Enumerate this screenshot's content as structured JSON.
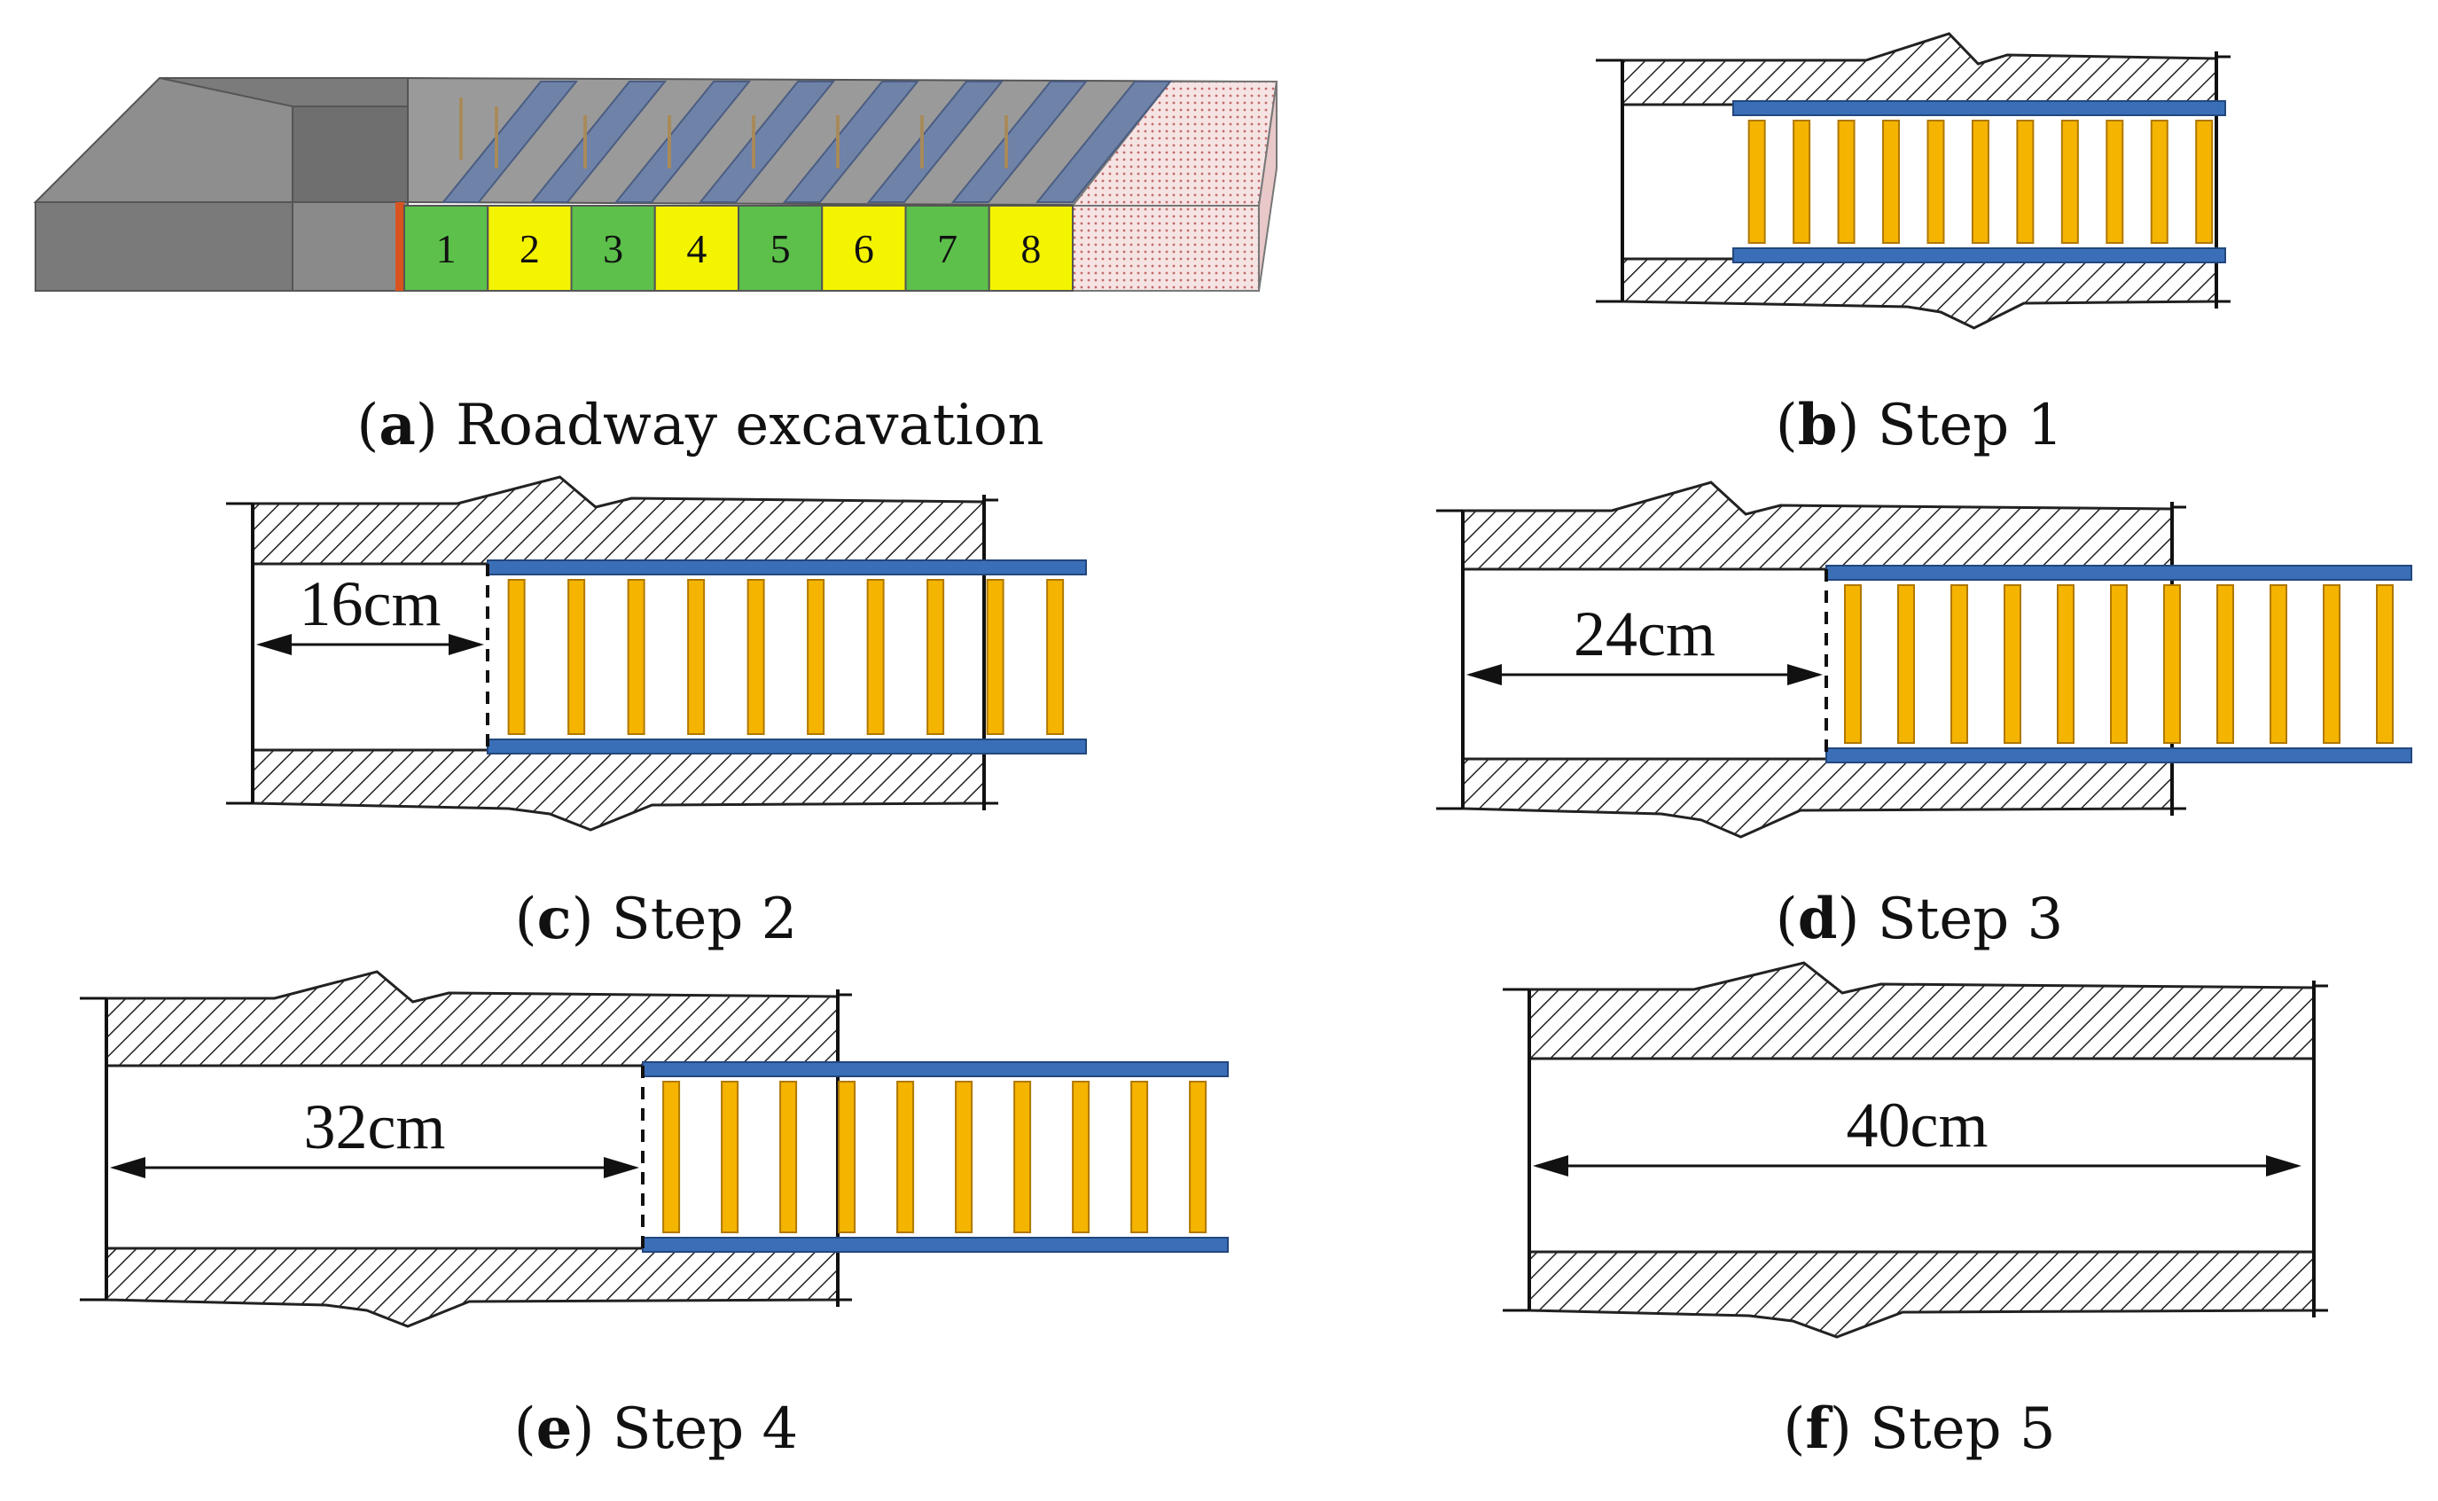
{
  "panels": {
    "a": {
      "letter": "a",
      "caption": "Roadway excavation",
      "segments": [
        "1",
        "2",
        "3",
        "4",
        "5",
        "6",
        "7",
        "8"
      ]
    },
    "b": {
      "letter": "b",
      "caption": "Step 1"
    },
    "c": {
      "letter": "c",
      "caption": "Step 2",
      "dimension": "16cm"
    },
    "d": {
      "letter": "d",
      "caption": "Step 3",
      "dimension": "24cm"
    },
    "e": {
      "letter": "e",
      "caption": "Step 4",
      "dimension": "32cm"
    },
    "f": {
      "letter": "f",
      "caption": "Step 5",
      "dimension": "40cm"
    }
  },
  "colors": {
    "support_beam": "#3a6fb8",
    "support_post": "#f5b400",
    "post_outline": "#b07800",
    "segment_green": "#5cc04a",
    "segment_yellow": "#f4f400",
    "rock_hatch": "#222222",
    "model_gray": "#8a8a8a"
  }
}
